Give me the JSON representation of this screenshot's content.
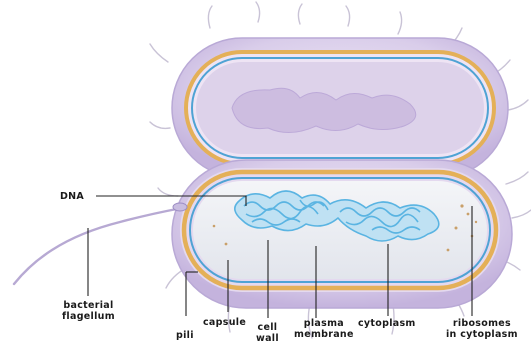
{
  "figure": {
    "colors": {
      "capsule": "#d8ccec",
      "cell_wall": "#e7b25a",
      "plasma_membrane": "#4fa3d4",
      "cytoplasm": "#eceef2",
      "dna": "#5ab4e2",
      "pili": "#c7c2d4",
      "leader_lines": "#222222"
    },
    "labels": {
      "dna": "DNA",
      "bacterial_flagellum": [
        "bacterial",
        "flagellum"
      ],
      "pili": "pili",
      "capsule": "capsule",
      "cell_wall": [
        "cell",
        "wall"
      ],
      "plasma_membrane": [
        "plasma",
        "membrane"
      ],
      "cytoplasm": "cytoplasm",
      "ribosomes": [
        "ribosomes",
        "in cytoplasm"
      ]
    }
  }
}
